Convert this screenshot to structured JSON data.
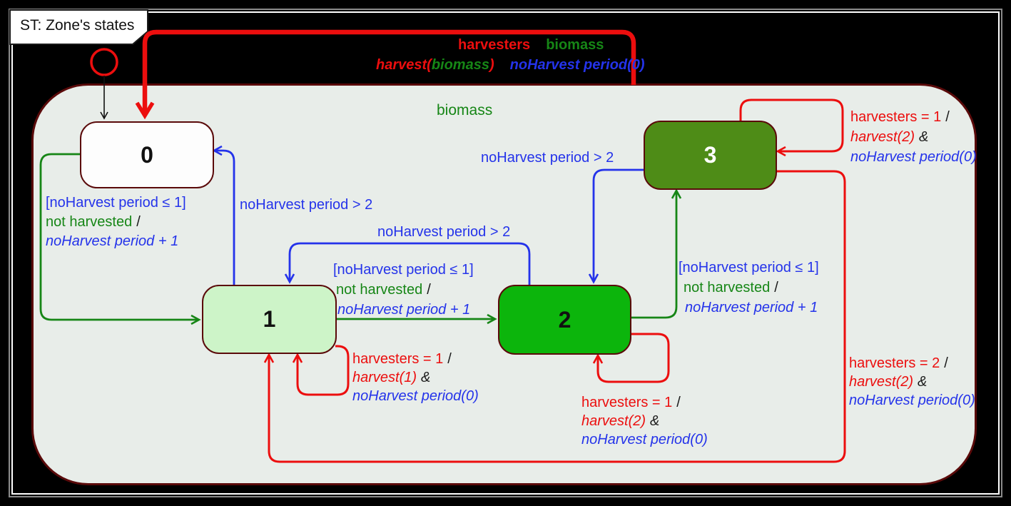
{
  "window": {
    "title": "ST:  Zone's states"
  },
  "header": {
    "event": "harvesters",
    "variable": "biomass",
    "action_harvest_open": "harvest(",
    "action_harvest_arg": "biomass",
    "action_harvest_close": ")",
    "action_noharvest": "noHarvest period(0)"
  },
  "region": {
    "label": "biomass"
  },
  "states": [
    {
      "id": "0"
    },
    {
      "id": "1"
    },
    {
      "id": "2"
    },
    {
      "id": "3"
    }
  ],
  "labels": {
    "t01": {
      "l1": "[noHarvest period ≤ 1]",
      "l2a": "not harvested",
      "l2b": "/",
      "l3": "noHarvest period + 1"
    },
    "t10": {
      "l1": "noHarvest period > 2"
    },
    "t12": {
      "l1": "[noHarvest period ≤ 1]",
      "l2a": "not harvested",
      "l2b": "/",
      "l3": "noHarvest period + 1"
    },
    "t21": {
      "l1": "noHarvest period > 2"
    },
    "t23": {
      "l1": "[noHarvest period ≤ 1]",
      "l2a": "not harvested",
      "l2b": "/",
      "l3": "noHarvest period + 1"
    },
    "t32": {
      "l1": "noHarvest period > 2"
    },
    "loop1": {
      "l1a": "harvesters = 1",
      "l1b": "/",
      "l2a": "harvest(1)",
      "l2b": "&",
      "l3": "noHarvest period(0)"
    },
    "loop2": {
      "l1a": "harvesters = 1",
      "l1b": "/",
      "l2a": "harvest(2)",
      "l2b": "&",
      "l3": "noHarvest period(0)"
    },
    "loop3": {
      "l1a": "harvesters = 1",
      "l1b": "/",
      "l2a": "harvest(2)",
      "l2b": "&",
      "l3": "noHarvest period(0)"
    },
    "t31": {
      "l1a": "harvesters = 2",
      "l1b": "/",
      "l2a": "harvest(2)",
      "l2b": "&",
      "l3": "noHarvest period(0)"
    }
  },
  "colors": {
    "background": "#000000",
    "region_fill": "#e8ede9",
    "region_border": "#5a0a0a",
    "state0_fill": "#fdfdfd",
    "state1_fill": "#cdf4c8",
    "state2_fill": "#0cb50c",
    "state3_fill": "#4e8c17",
    "transition_red": "#ec0e0e",
    "transition_green": "#168616",
    "transition_blue": "#2433ea"
  }
}
